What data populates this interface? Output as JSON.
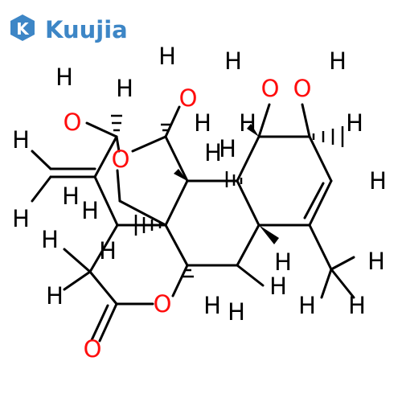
{
  "brand": {
    "name": "Kuujia",
    "logo_letter": "K",
    "color": "#3d86c6"
  },
  "colors": {
    "carbon_bond": "#000000",
    "hydrogen": "#000000",
    "oxygen": "#ff0d0d"
  },
  "atom_labels": {
    "H": "H",
    "O": "O"
  }
}
